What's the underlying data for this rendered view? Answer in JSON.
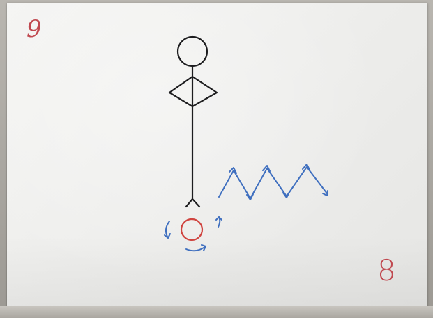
{
  "card": {
    "top_left_number": "9",
    "bottom_right_number": "8"
  },
  "colors": {
    "card_paper": "#f2f2f0",
    "stick_figure_ink": "#1d1d1f",
    "number_ink": "#c0484f",
    "ball_ink": "#d0443f",
    "motion_ink": "#3f6fbf"
  },
  "drawing": {
    "subject": "stick-figure-on-ball",
    "motion_marks": [
      "rotation-arrows",
      "zigzag-path-arrows"
    ]
  }
}
